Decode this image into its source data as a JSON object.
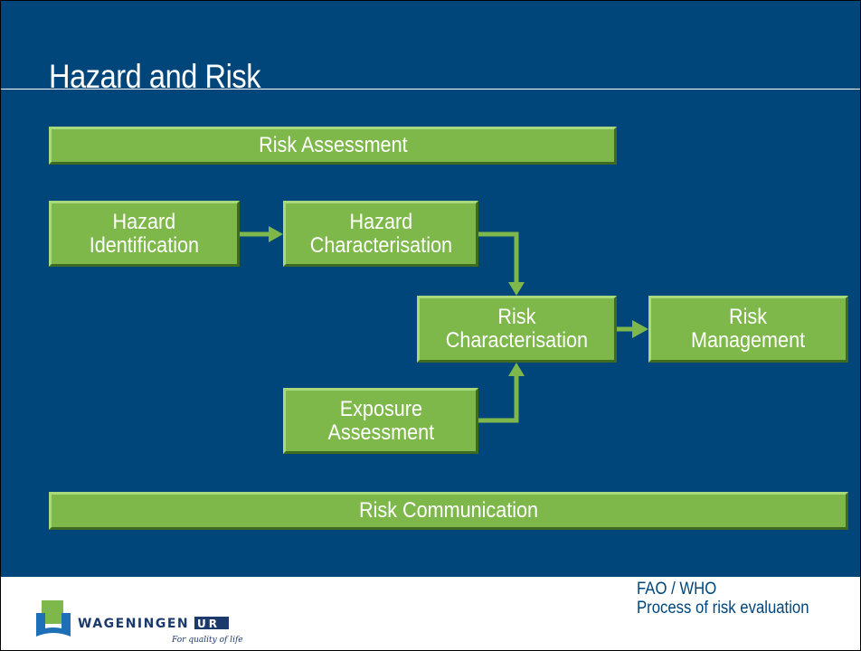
{
  "slide": {
    "title": "Hazard and Risk",
    "background_color": "#00467a",
    "box_color": "#7fb84a"
  },
  "diagram": {
    "risk_assessment": "Risk Assessment",
    "hazard_identification": "Hazard\nIdentification",
    "hazard_characterisation": "Hazard\nCharacterisation",
    "risk_characterisation": "Risk\nCharacterisation",
    "risk_management": "Risk\nManagement",
    "exposure_assessment": "Exposure\nAssessment",
    "risk_communication": "Risk Communication"
  },
  "footer": {
    "source_line1": "FAO / WHO",
    "source_line2": "Process of risk evaluation",
    "logo_text": "WAGENINGEN",
    "logo_badge": "UR",
    "logo_tagline": "For quality of life"
  }
}
